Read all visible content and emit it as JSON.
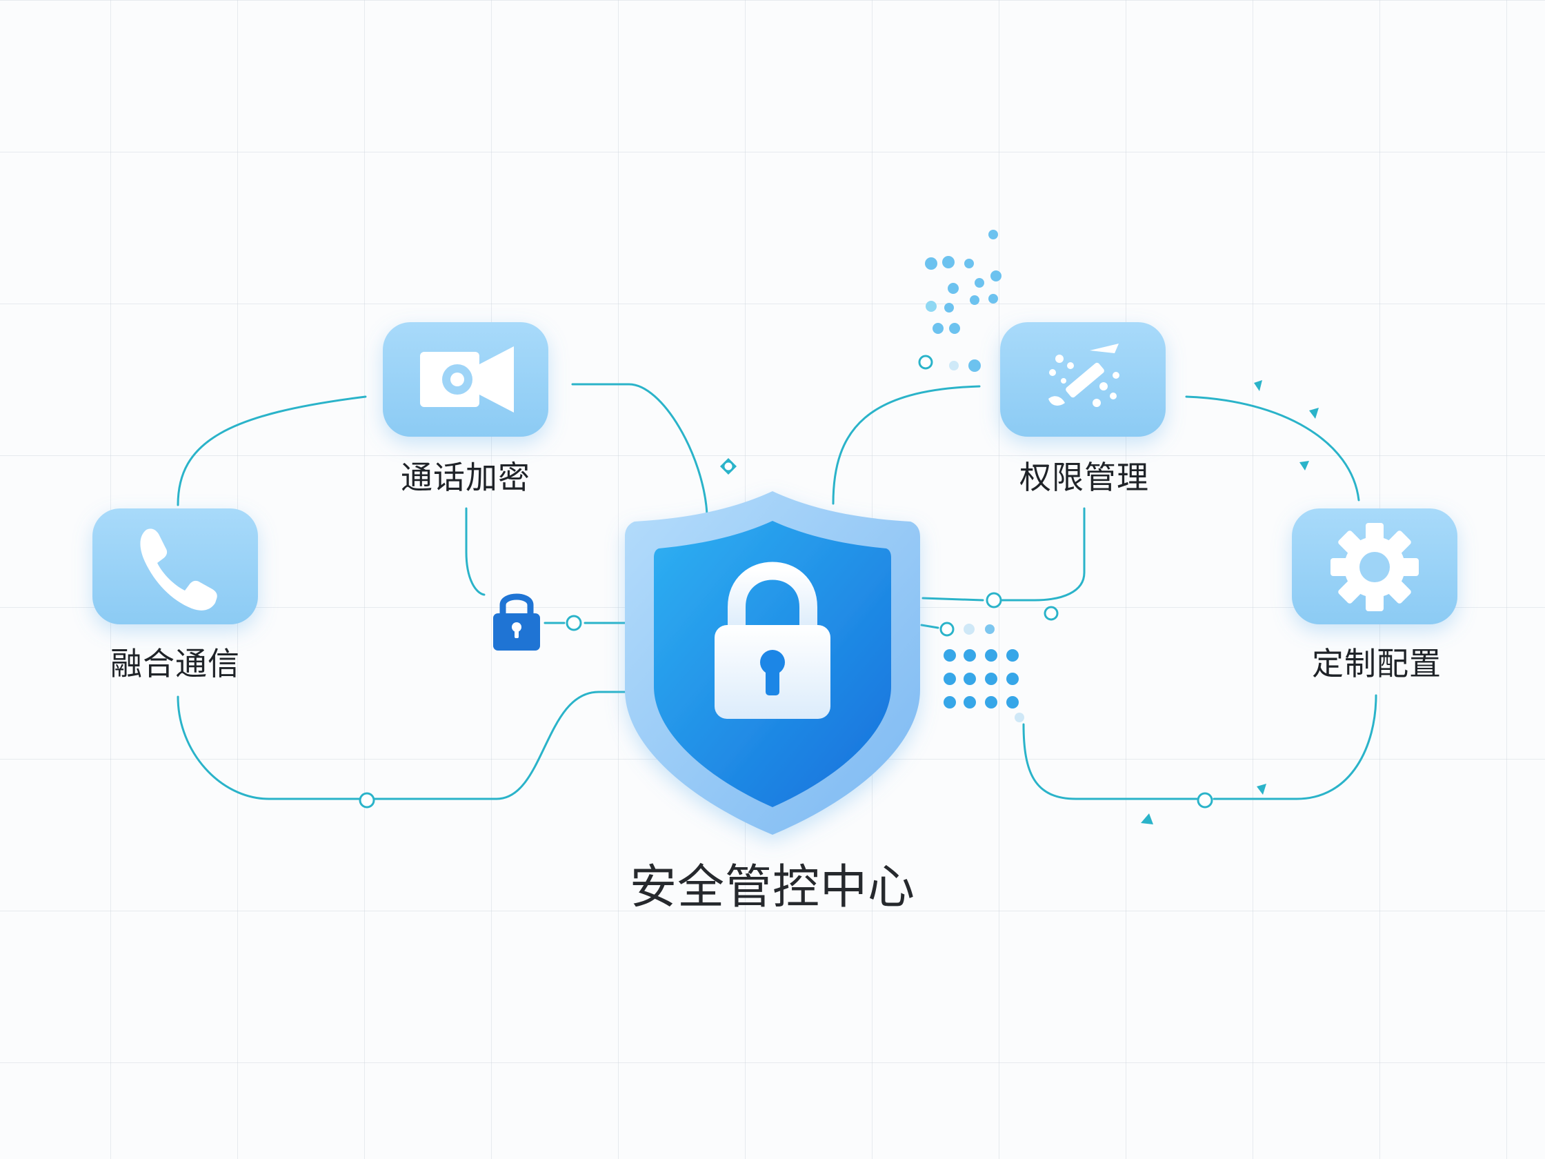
{
  "center": {
    "title": "安全管控中心",
    "icon": "shield-lock-icon"
  },
  "nodes": [
    {
      "id": "fusion",
      "label": "融合通信",
      "icon": "phone-icon"
    },
    {
      "id": "encrypt",
      "label": "通话加密",
      "icon": "video-camera-icon"
    },
    {
      "id": "permission",
      "label": "权限管理",
      "icon": "permission-tool-icon"
    },
    {
      "id": "custom",
      "label": "定制配置",
      "icon": "gear-icon"
    }
  ],
  "colors": {
    "tile": "#9ed4f7",
    "connector": "#2ab3c9",
    "shield_outer": "#8ac7f5",
    "shield_inner": "#1e8ae8",
    "lock": "#eef6ff",
    "small_lock": "#1f74d4",
    "dots": "#36a6e8"
  }
}
